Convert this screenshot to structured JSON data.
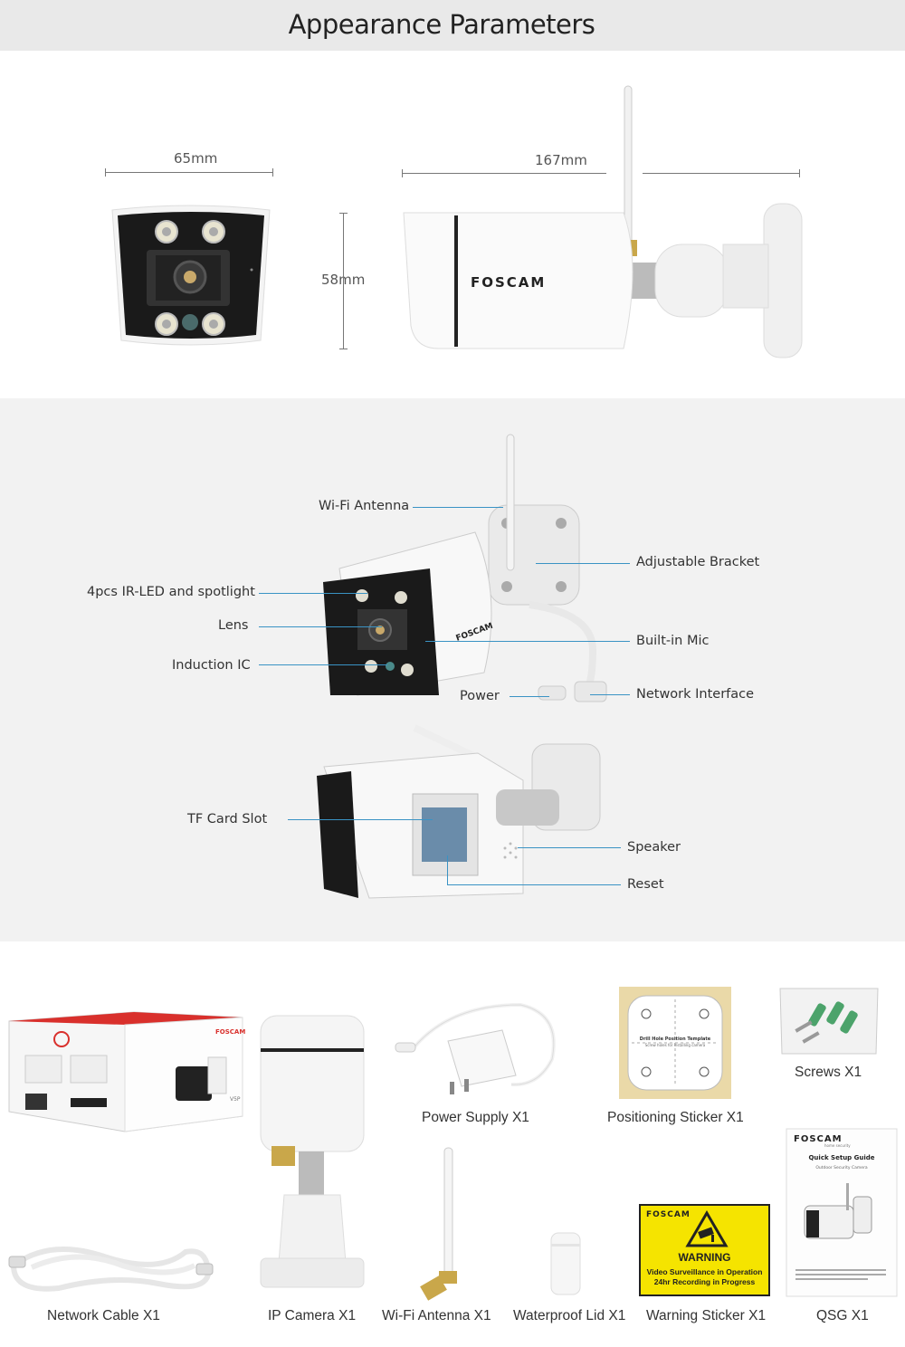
{
  "header": {
    "title": "Appearance Parameters"
  },
  "dimensions": {
    "width": "65mm",
    "length": "167mm",
    "height": "58mm"
  },
  "camera": {
    "brand": "FOSCAM"
  },
  "parts": {
    "wifi_antenna": "Wi-Fi Antenna",
    "adjustable_bracket": "Adjustable Bracket",
    "ir_led": "4pcs IR-LED and spotlight",
    "lens": "Lens",
    "builtin_mic": "Built-in Mic",
    "induction_ic": "Induction IC",
    "power": "Power",
    "network_interface": "Network Interface",
    "tf_card_slot": "TF Card Slot",
    "speaker": "Speaker",
    "reset": "Reset"
  },
  "package": {
    "power_supply": "Power Supply  X1",
    "positioning_sticker": "Positioning Sticker  X1",
    "screws": "Screws  X1",
    "network_cable": "Network Cable  X1",
    "ip_camera": "IP Camera  X1",
    "wifi_antenna": "Wi-Fi Antenna  X1",
    "waterproof_lid": "Waterproof Lid X1",
    "warning_sticker": "Warning Sticker  X1",
    "qsg": "QSG  X1"
  },
  "sticker": {
    "brand": "FOSCAM",
    "warning": "WARNING",
    "line1": "Video Surveillance in Operation",
    "line2": "24hr Recording in Progress"
  },
  "template": {
    "title": "Drill Hole Position Template",
    "subtitle": "Screw holes for installing camera"
  },
  "qsg_doc": {
    "brand": "FOSCAM",
    "tagline": "home security",
    "title": "Quick Setup Guide",
    "subtitle": "Outdoor Security Camera"
  },
  "box": {
    "brand": "FOSCAM",
    "model": "V5P"
  },
  "colors": {
    "accent_line": "#3a93c4",
    "warning_yellow": "#f5e400"
  }
}
